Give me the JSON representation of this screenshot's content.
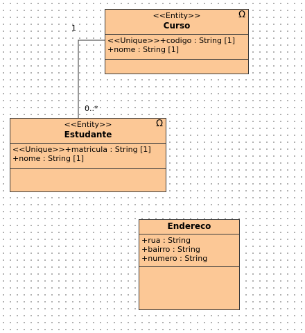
{
  "classes": {
    "curso": {
      "stereotype": "<<Entity>>",
      "name": "Curso",
      "icon": "entity-omega-icon",
      "icon_glyph": "Ω",
      "attributes": [
        "<<Unique>>+codigo : String [1]",
        "+nome : String [1]"
      ]
    },
    "estudante": {
      "stereotype": "<<Entity>>",
      "name": "Estudante",
      "icon": "entity-omega-icon",
      "icon_glyph": "Ω",
      "attributes": [
        "<<Unique>>+matricula : String [1]",
        "+nome : String [1]"
      ]
    },
    "endereco": {
      "name": "Endereco",
      "attributes": [
        "+rua : String",
        "+bairro : String",
        "+numero : String"
      ]
    }
  },
  "association": {
    "source_multiplicity": "1",
    "target_multiplicity": "0..*"
  },
  "colors": {
    "class_fill": "#fcc896",
    "border": "#3a3a3a",
    "line": "#333333"
  }
}
